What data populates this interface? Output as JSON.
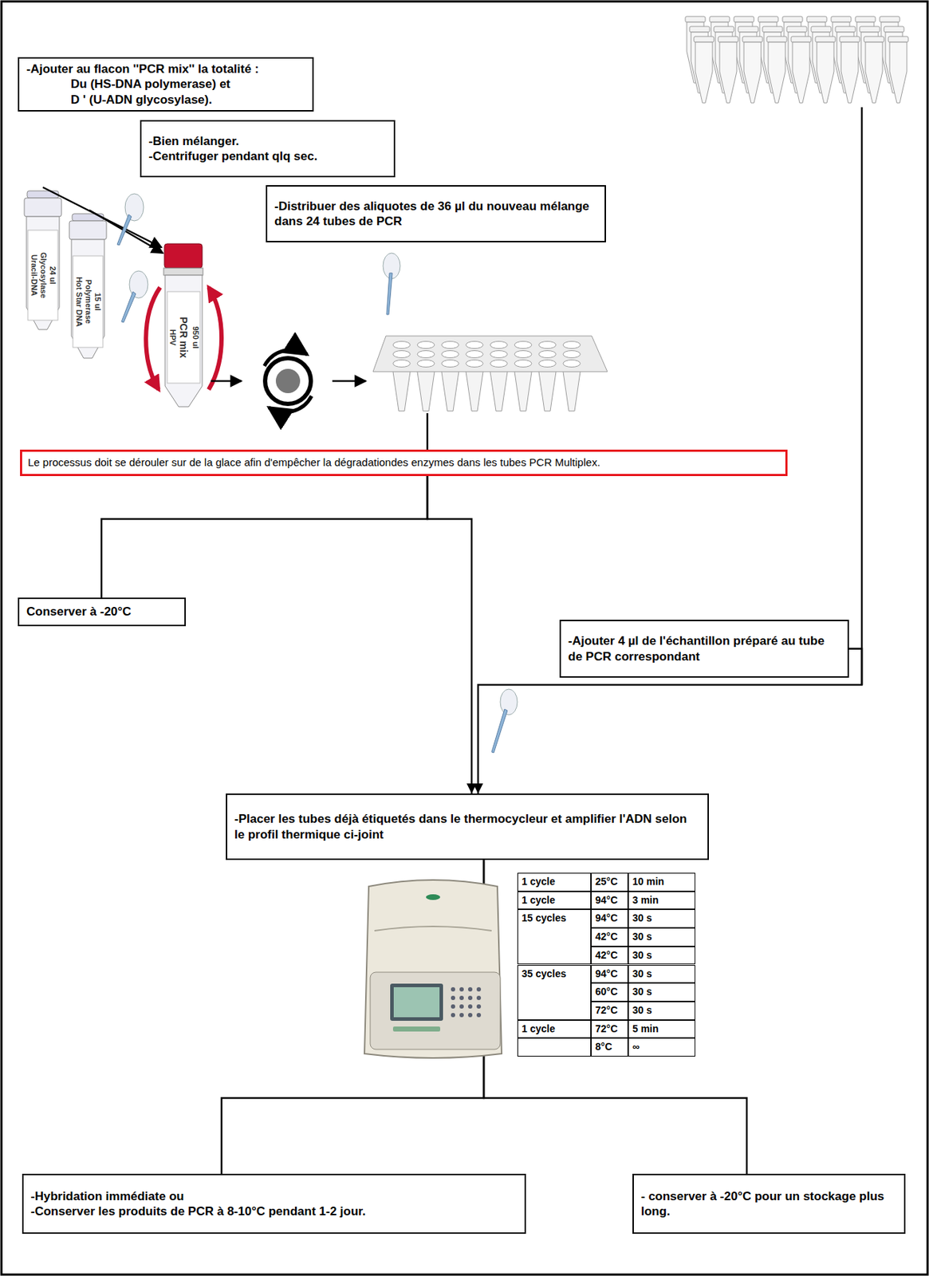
{
  "diagram": {
    "nodes": [
      {
        "text": [
          "-Ajouter au flacon ''PCR mix'' la totalité :",
          "Du (HS-DNA polymerase) et",
          "D ' (U-ADN glycosylase)."
        ]
      },
      {
        "text": [
          "-Bien mélanger.",
          "-Centrifuger pendant qlq sec."
        ]
      },
      {
        "text": [
          "-Distribuer des aliquotes de 36 µl du nouveau mélange dans 24 tubes de PCR"
        ]
      },
      {
        "text": [
          "Le processus doit se dérouler sur de la glace afin d'empêcher la dégradationdes enzymes dans les tubes PCR Multiplex."
        ]
      },
      {
        "text": [
          "Conserver à -20°C"
        ]
      },
      {
        "text": [
          "-Ajouter 4 µl de l'échantillon préparé au tube de PCR correspondant"
        ]
      },
      {
        "text": [
          "-Placer les tubes déjà étiquetés dans le thermocycleur et amplifier l'ADN selon le profil thermique ci-joint"
        ]
      },
      {
        "text": [
          "-Hybridation immédiate ou",
          "-Conserver les produits de PCR à 8-10°C pendant 1-2 jour."
        ]
      },
      {
        "text": [
          "- conserver à -20°C pour un stockage plus long."
        ]
      }
    ],
    "edges": [
      {
        "from": 3,
        "to": 4,
        "arrow": "none"
      },
      {
        "from": 3,
        "to": 6,
        "arrow": "to"
      },
      {
        "from": 5,
        "to": 6,
        "arrow": "to"
      },
      {
        "from": 6,
        "to": 7,
        "arrow": "none"
      },
      {
        "from": 6,
        "to": 8,
        "arrow": "none"
      }
    ],
    "labels": [
      "Uracil-DNA",
      "Glycosylase",
      "24 ul",
      "Hot Star DNA",
      "Polymerase",
      "15 ul",
      "HPV",
      "PCR mix",
      "950 ul",
      "1 cycle",
      "25°C",
      "10 min",
      "1 cycle",
      "94°C",
      "3 min",
      "15 cycles",
      "94°C",
      "30 s",
      "42°C",
      "30 s",
      "42°C",
      "30 s",
      "35 cycles",
      "94°C",
      "30 s",
      "60°C",
      "30 s",
      "72°C",
      "30 s",
      "1 cycle",
      "72°C",
      "5 min",
      "8°C",
      "∞"
    ]
  }
}
